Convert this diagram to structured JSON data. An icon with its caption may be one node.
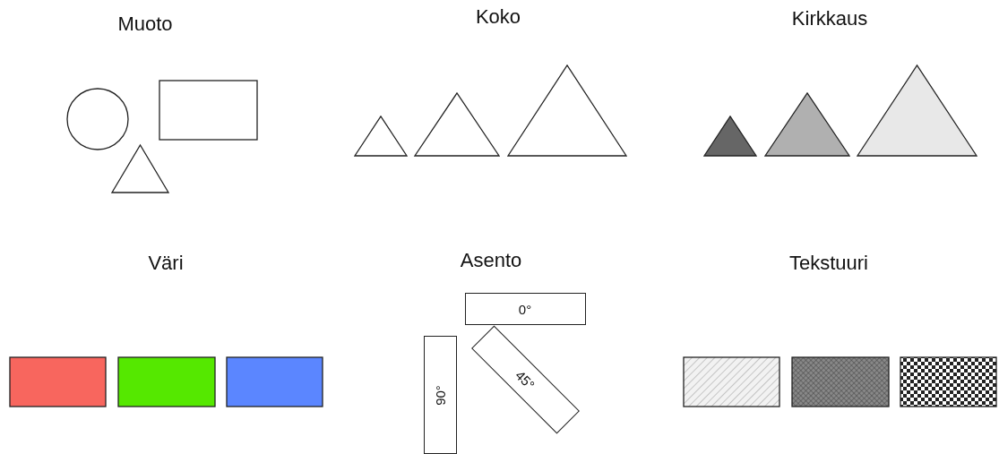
{
  "diagram": {
    "nodes": [
      {
        "text": [],
        "shape": "circle"
      },
      {
        "text": [],
        "shape": "box"
      },
      {
        "text": [],
        "shape": "triangle"
      },
      {
        "text": [],
        "shape": "triangle"
      },
      {
        "text": [],
        "shape": "triangle"
      },
      {
        "text": [],
        "shape": "triangle"
      },
      {
        "text": [],
        "shape": "triangle"
      },
      {
        "text": [],
        "shape": "triangle"
      },
      {
        "text": [],
        "shape": "triangle"
      },
      {
        "text": [],
        "shape": "box"
      },
      {
        "text": [],
        "shape": "box"
      },
      {
        "text": [],
        "shape": "box"
      },
      {
        "text": [
          "0°"
        ]
      },
      {
        "text": [
          "90°"
        ]
      },
      {
        "text": [
          "45°"
        ]
      },
      {
        "text": [],
        "shape": "box"
      },
      {
        "text": [],
        "shape": "box"
      },
      {
        "text": [],
        "shape": "box"
      }
    ],
    "labels": [
      "Muoto",
      "Koko",
      "Kirkkaus",
      "Väri",
      "Asento",
      "Tekstuuri"
    ]
  }
}
